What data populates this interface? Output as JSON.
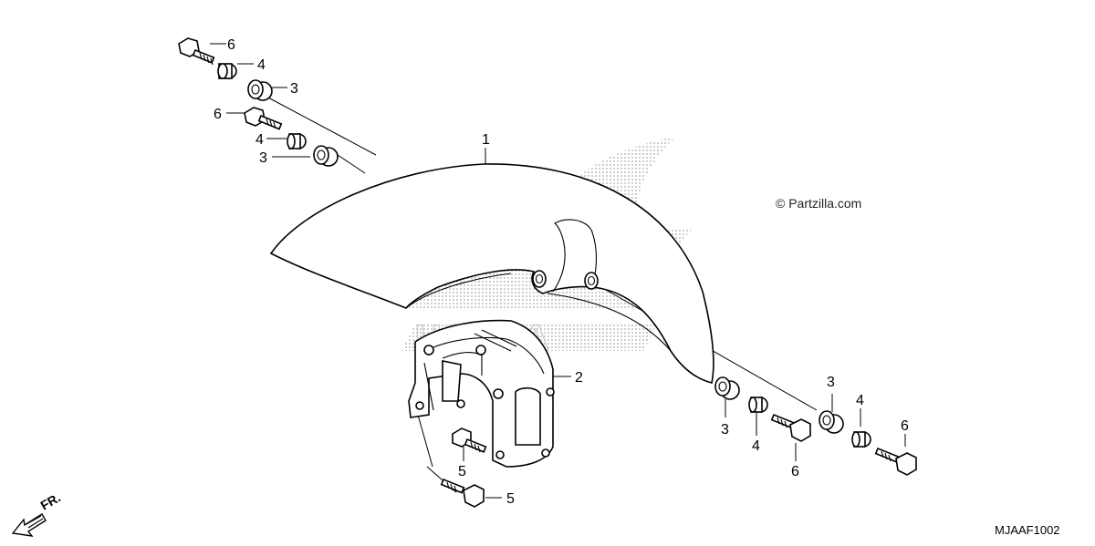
{
  "callouts": {
    "c1": "1",
    "c2": "2",
    "c3a": "3",
    "c3b": "3",
    "c3c": "3",
    "c3d": "3",
    "c4a": "4",
    "c4b": "4",
    "c4c": "4",
    "c4d": "4",
    "c5a": "5",
    "c5b": "5",
    "c6a": "6",
    "c6b": "6",
    "c6c": "6",
    "c6d": "6"
  },
  "copyright": "© Partzilla.com",
  "diagram_code": "MJAAF1002",
  "direction_label": "FR.",
  "watermark_text": "HONDA"
}
